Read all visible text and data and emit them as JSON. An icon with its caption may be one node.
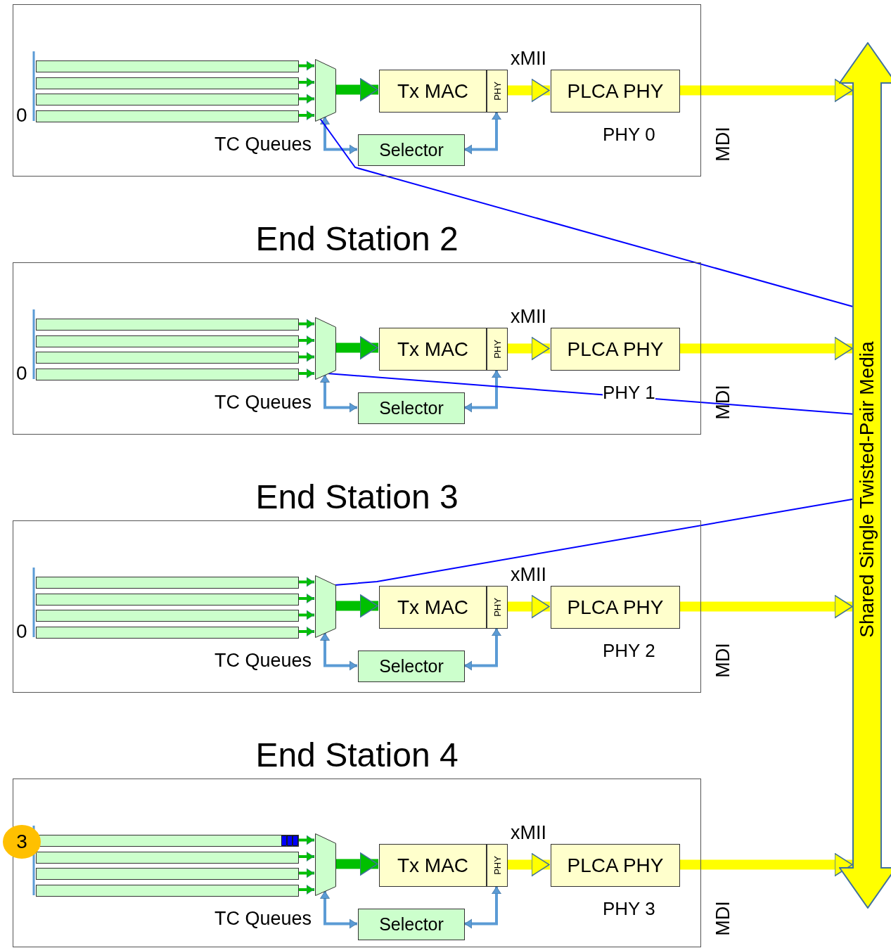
{
  "diagram": {
    "nodes": [
      {
        "text": [],
        "shape": "box"
      },
      {
        "text": [],
        "shape": "bar",
        "in": 0
      },
      {
        "text": [],
        "shape": "bar",
        "in": 0
      },
      {
        "text": [],
        "shape": "bar",
        "in": 0
      },
      {
        "text": [],
        "shape": "bar",
        "in": 0
      },
      {
        "text": [],
        "shape": "trapezoid",
        "in": 0
      },
      {
        "text": [
          "Tx MAC"
        ],
        "in": 0
      },
      {
        "text": [
          "PHY"
        ],
        "in": 0
      },
      {
        "text": [
          "PLCA PHY"
        ],
        "beside": [
          "PHY 0"
        ],
        "in": 0
      },
      {
        "text": [
          "Selector"
        ],
        "in": 0
      },
      {
        "text": [
          "End Station 2"
        ]
      },
      {
        "text": [],
        "shape": "bar",
        "in": 10
      },
      {
        "text": [],
        "shape": "bar",
        "in": 10
      },
      {
        "text": [],
        "shape": "bar",
        "in": 10
      },
      {
        "text": [],
        "shape": "bar",
        "in": 10
      },
      {
        "text": [],
        "shape": "trapezoid",
        "in": 10
      },
      {
        "text": [
          "Tx MAC"
        ],
        "in": 10
      },
      {
        "text": [
          "PHY"
        ],
        "in": 10
      },
      {
        "text": [
          "PLCA PHY"
        ],
        "beside": [
          "PHY 1"
        ],
        "in": 10
      },
      {
        "text": [
          "Selector"
        ],
        "in": 10
      },
      {
        "text": [
          "End Station 3"
        ]
      },
      {
        "text": [],
        "shape": "bar",
        "in": 20
      },
      {
        "text": [],
        "shape": "bar",
        "in": 20
      },
      {
        "text": [],
        "shape": "bar",
        "in": 20
      },
      {
        "text": [],
        "shape": "bar",
        "in": 20
      },
      {
        "text": [],
        "shape": "trapezoid",
        "in": 20
      },
      {
        "text": [
          "Tx MAC"
        ],
        "in": 20
      },
      {
        "text": [
          "PHY"
        ],
        "in": 20
      },
      {
        "text": [
          "PLCA PHY"
        ],
        "beside": [
          "PHY 2"
        ],
        "in": 20
      },
      {
        "text": [
          "Selector"
        ],
        "in": 20
      },
      {
        "text": [
          "End Station 4"
        ]
      },
      {
        "text": [
          "3"
        ]
      },
      {
        "text": [],
        "shape": "bar",
        "in": 30
      },
      {
        "text": [],
        "shape": "bar",
        "in": 30
      },
      {
        "text": [],
        "shape": "bar",
        "in": 30
      },
      {
        "text": [],
        "shape": "bar",
        "in": 30
      },
      {
        "text": [],
        "shape": "trapezoid",
        "in": 30
      },
      {
        "text": [
          "Tx MAC"
        ],
        "in": 30
      },
      {
        "text": [
          "PHY"
        ],
        "in": 30
      },
      {
        "text": [
          "PLCA PHY"
        ],
        "beside": [
          "PHY 3"
        ],
        "in": 30
      },
      {
        "text": [
          "Selector"
        ],
        "in": 30
      },
      {
        "text": [
          "Shared Single Twisted-Pair Media"
        ]
      }
    ],
    "edges": [
      {
        "from": 1,
        "to": 5,
        "arrow": "to"
      },
      {
        "from": 2,
        "to": 5,
        "arrow": "to"
      },
      {
        "from": 3,
        "to": 5,
        "arrow": "to"
      },
      {
        "from": 4,
        "to": 5,
        "arrow": "to"
      },
      {
        "from": 5,
        "to": 6,
        "arrow": "to",
        "style": "thick"
      },
      {
        "from": 7,
        "to": 8,
        "arrow": "to",
        "style": "thick",
        "color": "#ffff00",
        "label": "xMII"
      },
      {
        "from": 8,
        "to": 41,
        "arrow": "to",
        "style": "thick",
        "color": "#ffff00"
      },
      {
        "from": 9,
        "to": 5,
        "arrow": "both",
        "color": "#5b9bd5"
      },
      {
        "from": 9,
        "to": 7,
        "arrow": "both",
        "color": "#5b9bd5"
      },
      {
        "from": 11,
        "to": 15,
        "arrow": "to"
      },
      {
        "from": 12,
        "to": 15,
        "arrow": "to"
      },
      {
        "from": 13,
        "to": 15,
        "arrow": "to"
      },
      {
        "from": 14,
        "to": 15,
        "arrow": "to"
      },
      {
        "from": 15,
        "to": 16,
        "arrow": "to",
        "style": "thick"
      },
      {
        "from": 17,
        "to": 18,
        "arrow": "to",
        "style": "thick",
        "color": "#ffff00",
        "label": "xMII"
      },
      {
        "from": 18,
        "to": 41,
        "arrow": "to",
        "style": "thick",
        "color": "#ffff00"
      },
      {
        "from": 19,
        "to": 15,
        "arrow": "both",
        "color": "#5b9bd5"
      },
      {
        "from": 19,
        "to": 17,
        "arrow": "both",
        "color": "#5b9bd5"
      },
      {
        "from": 21,
        "to": 25,
        "arrow": "to"
      },
      {
        "from": 22,
        "to": 25,
        "arrow": "to"
      },
      {
        "from": 23,
        "to": 25,
        "arrow": "to"
      },
      {
        "from": 24,
        "to": 25,
        "arrow": "to"
      },
      {
        "from": 25,
        "to": 26,
        "arrow": "to",
        "style": "thick"
      },
      {
        "from": 27,
        "to": 28,
        "arrow": "to",
        "style": "thick",
        "color": "#ffff00",
        "label": "xMII"
      },
      {
        "from": 28,
        "to": 41,
        "arrow": "to",
        "style": "thick",
        "color": "#ffff00"
      },
      {
        "from": 29,
        "to": 25,
        "arrow": "both",
        "color": "#5b9bd5"
      },
      {
        "from": 29,
        "to": 27,
        "arrow": "both",
        "color": "#5b9bd5"
      },
      {
        "from": 32,
        "to": 36,
        "arrow": "to"
      },
      {
        "from": 33,
        "to": 36,
        "arrow": "to"
      },
      {
        "from": 34,
        "to": 36,
        "arrow": "to"
      },
      {
        "from": 35,
        "to": 36,
        "arrow": "to"
      },
      {
        "from": 36,
        "to": 37,
        "arrow": "to",
        "style": "thick"
      },
      {
        "from": 38,
        "to": 39,
        "arrow": "to",
        "style": "thick",
        "color": "#ffff00",
        "label": "xMII"
      },
      {
        "from": 39,
        "to": 41,
        "arrow": "to",
        "style": "thick",
        "color": "#ffff00"
      },
      {
        "from": 40,
        "to": 36,
        "arrow": "both",
        "color": "#5b9bd5"
      },
      {
        "from": 40,
        "to": 38,
        "arrow": "both",
        "color": "#5b9bd5"
      },
      {
        "from": 5,
        "to": 41,
        "arrow": "none",
        "color": "#0000ff"
      },
      {
        "from": 15,
        "to": 41,
        "arrow": "none",
        "color": "#0000ff"
      },
      {
        "from": 25,
        "to": 41,
        "arrow": "none",
        "color": "#0000ff"
      }
    ],
    "labels": [
      "0",
      "TC Queues",
      "MDI",
      "0",
      "TC Queues",
      "MDI",
      "0",
      "TC Queues",
      "MDI",
      "TC Queues",
      "MDI"
    ]
  }
}
